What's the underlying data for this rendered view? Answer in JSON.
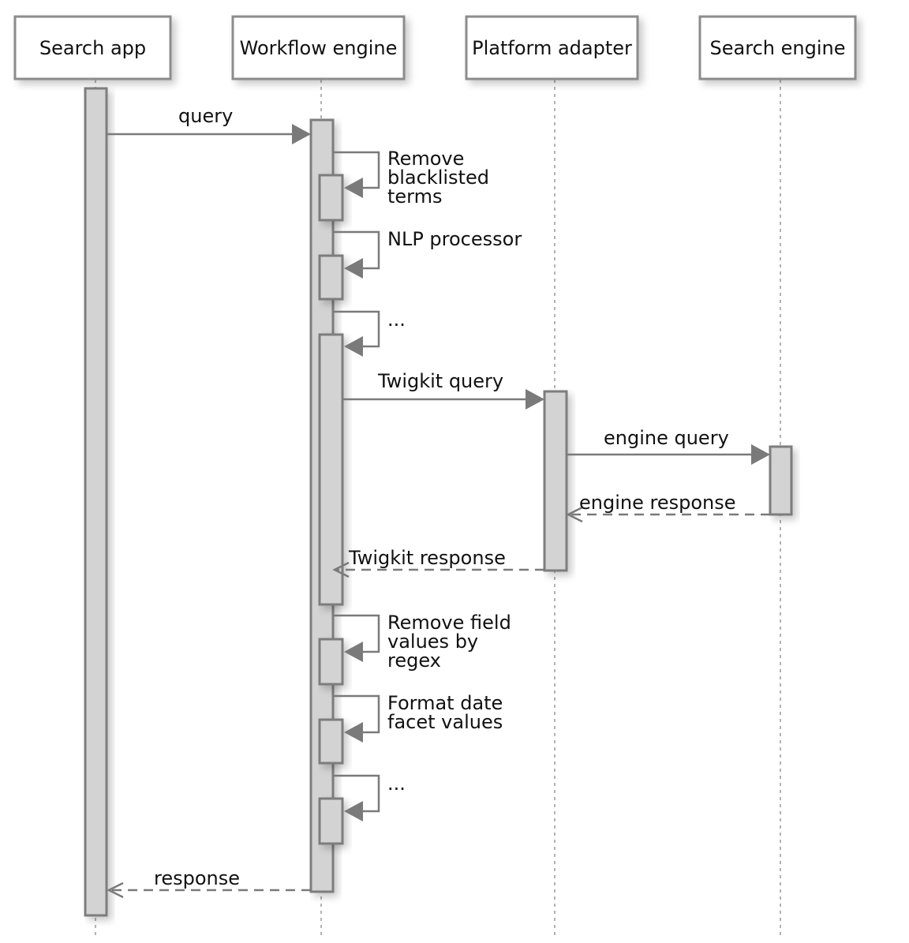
{
  "diagram": {
    "type": "sequence",
    "participants": [
      {
        "id": "search-app",
        "label": "Search app"
      },
      {
        "id": "workflow-engine",
        "label": "Workflow engine"
      },
      {
        "id": "platform-adapter",
        "label": "Platform adapter"
      },
      {
        "id": "search-engine",
        "label": "Search engine"
      }
    ],
    "messages": [
      {
        "id": "m-query",
        "from": "Search app",
        "to": "Workflow engine",
        "label": "query",
        "style": "sync"
      },
      {
        "id": "m-self-1",
        "from": "Workflow engine",
        "to": "Workflow engine",
        "lines": [
          "Remove",
          "blacklisted",
          "terms"
        ],
        "style": "self"
      },
      {
        "id": "m-self-2",
        "from": "Workflow engine",
        "to": "Workflow engine",
        "lines": [
          "NLP processor"
        ],
        "style": "self"
      },
      {
        "id": "m-self-3",
        "from": "Workflow engine",
        "to": "Workflow engine",
        "lines": [
          "..."
        ],
        "style": "self"
      },
      {
        "id": "m-twigkit-query",
        "from": "Workflow engine",
        "to": "Platform adapter",
        "label": "Twigkit query",
        "style": "sync"
      },
      {
        "id": "m-engine-query",
        "from": "Platform adapter",
        "to": "Search engine",
        "label": "engine query",
        "style": "sync"
      },
      {
        "id": "m-engine-response",
        "from": "Search engine",
        "to": "Platform adapter",
        "label": "engine response",
        "style": "reply"
      },
      {
        "id": "m-twigkit-response",
        "from": "Platform adapter",
        "to": "Workflow engine",
        "label": "Twigkit response",
        "style": "reply"
      },
      {
        "id": "m-self-4",
        "from": "Workflow engine",
        "to": "Workflow engine",
        "lines": [
          "Remove field",
          "values by",
          "regex"
        ],
        "style": "self"
      },
      {
        "id": "m-self-5",
        "from": "Workflow engine",
        "to": "Workflow engine",
        "lines": [
          "Format date",
          "facet values"
        ],
        "style": "self"
      },
      {
        "id": "m-self-6",
        "from": "Workflow engine",
        "to": "Workflow engine",
        "lines": [
          "..."
        ],
        "style": "self"
      },
      {
        "id": "m-response",
        "from": "Workflow engine",
        "to": "Search app",
        "label": "response",
        "style": "reply"
      }
    ]
  }
}
